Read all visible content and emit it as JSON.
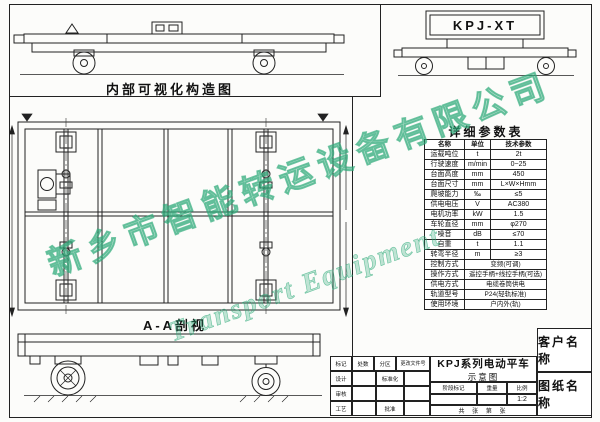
{
  "colors": {
    "line": "#222222",
    "watermark_green": "#2ea87a"
  },
  "views": {
    "top_side": {
      "label": "内部可视化构造图"
    },
    "end_view": {
      "model": "KPJ-XT"
    },
    "plan": {
      "section_label": "A-A剖视"
    }
  },
  "params": {
    "title": "详细参数表",
    "header": [
      "名称",
      "单位",
      "技术参数"
    ],
    "rows": [
      {
        "name": "运载吨位",
        "unit": "t",
        "value": "2t"
      },
      {
        "name": "行驶速度",
        "unit": "m/min",
        "value": "0~25"
      },
      {
        "name": "台面高度",
        "unit": "mm",
        "value": "450"
      },
      {
        "name": "台面尺寸",
        "unit": "mm",
        "value": "L×W×Hmm"
      },
      {
        "name": "爬坡能力",
        "unit": "‰",
        "value": "≤5"
      },
      {
        "name": "供电电压",
        "unit": "V",
        "value": "AC380"
      },
      {
        "name": "电机功率",
        "unit": "kW",
        "value": "1.5"
      },
      {
        "name": "车轮直径",
        "unit": "mm",
        "value": "φ270"
      },
      {
        "name": "噪音",
        "unit": "dB",
        "value": "≤70"
      },
      {
        "name": "自重",
        "unit": "t",
        "value": "1.1"
      },
      {
        "name": "转弯半径",
        "unit": "m",
        "value": "≥3"
      },
      {
        "name": "控制方式",
        "unit": "",
        "value": "变频(可调)"
      },
      {
        "name": "操作方式",
        "unit": "",
        "value": "遥控手柄+线控手柄(可选)"
      },
      {
        "name": "供电方式",
        "unit": "",
        "value": "电缆卷筒供电"
      },
      {
        "name": "轨道型号",
        "unit": "",
        "value": "P24(轻轨标准)"
      },
      {
        "name": "使用环境",
        "unit": "",
        "value": "户内外(轨)"
      }
    ]
  },
  "titleblock": {
    "product_title": "KPJ系列电动平车",
    "product_subtitle": "示意图",
    "cells": {
      "biaoji": "标记",
      "chushu": "处数",
      "fenqu": "分区",
      "wenjianhao": "更改文件号",
      "sheji": "设计",
      "biaozhunhua": "标准化",
      "shenhe": "审核",
      "gongyi": "工艺",
      "pizhun": "批准",
      "jieduan": "阶段标记",
      "zhongliang": "重量",
      "bili": "比例",
      "bili_val": "1:2",
      "sheets": "共 张 第 张"
    },
    "customer_label": "客户名称",
    "drawing_label": "图纸名称"
  },
  "watermark": {
    "line1": "新乡市智能转运设备有限公司",
    "line2": "Transport Equipment"
  }
}
